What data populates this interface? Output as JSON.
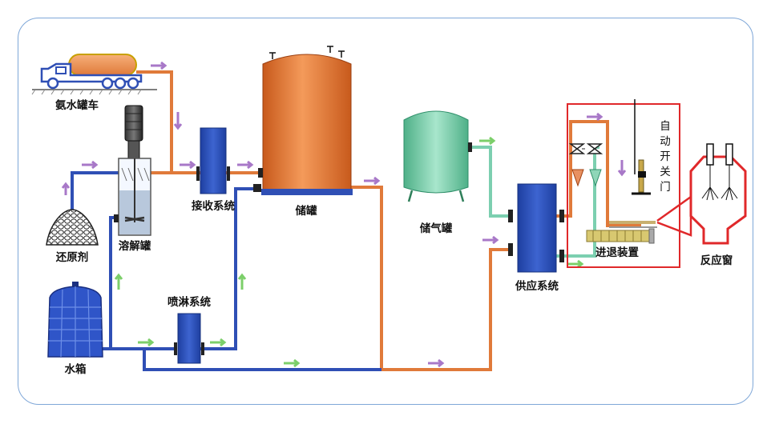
{
  "labels": {
    "truck": "氨水罐车",
    "dissolve_tank": "溶解罐",
    "reductant": "还原剂",
    "water_tank": "水箱",
    "receiver": "接收系统",
    "spray": "喷淋系统",
    "storage_tank": "储罐",
    "gas_tank": "储气罐",
    "supply": "供应系统",
    "advance": "进退装置",
    "reactor": "反应窗",
    "auto_switch": [
      "自",
      "动",
      "开",
      "关",
      "门"
    ]
  },
  "colors": {
    "orange_pipe": "#e07a3a",
    "blue_pipe": "#2f4fb5",
    "green_pipe": "#7ccfb0",
    "purple_arrow": "#a878c8",
    "green_arrow": "#7ccf6a",
    "red_box": "#e0282a",
    "frame": "#7fa7d8"
  }
}
